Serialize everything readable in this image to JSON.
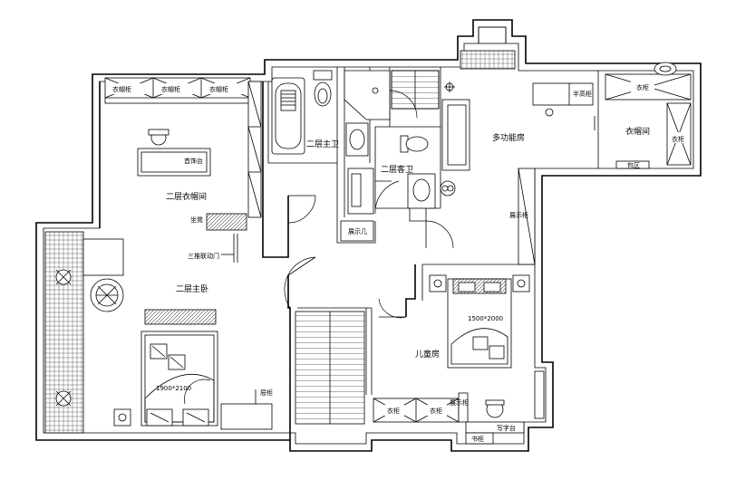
{
  "rooms": {
    "master_closet": "二层衣帽间",
    "master_bath": "二层主卫",
    "guest_bath": "二层客卫",
    "multi_room": "多功能房",
    "closet_right": "衣帽间",
    "master_bedroom": "二层主卧",
    "kids_room": "儿童房"
  },
  "labels": {
    "wardrobe_1": "衣帽柜",
    "wardrobe_2": "衣帽柜",
    "wardrobe_3": "衣帽柜",
    "jewelry_table": "首饰台",
    "sitting_stool": "坐凳",
    "sliding_door": "三推联动门",
    "display_stand": "展示几",
    "display_cabinet_1": "展示柜",
    "display_cabinet_2": "展示柜",
    "half_height_cabinet": "半高柜",
    "closet_top": "衣柜",
    "closet_side": "衣柜",
    "duct": "包区",
    "shoe_cabinet": "屉柜",
    "kids_wardrobe_1": "衣柜",
    "kids_wardrobe_2": "衣柜",
    "desk": "写字台",
    "bookcase": "书柜",
    "master_bed_size": "1900*2100",
    "kids_bed_size": "1500*2000"
  }
}
